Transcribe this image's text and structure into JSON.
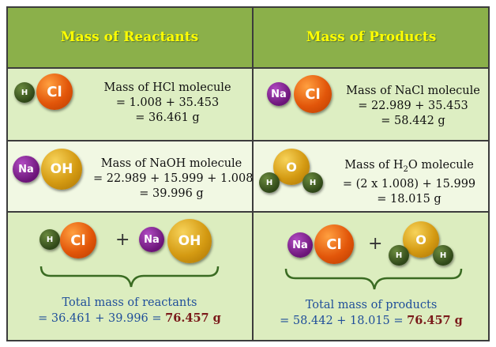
{
  "headers": {
    "reactants": "Mass of Reactants",
    "products": "Mass of Products"
  },
  "atoms": {
    "H": "H",
    "Cl": "Cl",
    "Na": "Na",
    "OH": "OH",
    "O": "O"
  },
  "plus": "+",
  "hcl": {
    "title": "Mass of HCl molecule",
    "calc": "= 1.008 + 35.453",
    "result": "=  36.461 g"
  },
  "nacl": {
    "title": "Mass of NaCl molecule",
    "calc": "= 22.989 + 35.453",
    "result": "=  58.442 g"
  },
  "naoh": {
    "title": "Mass of NaOH molecule",
    "calc": "= 22.989 + 15.999 + 1.008",
    "result": "=  39.996 g"
  },
  "h2o": {
    "title_pre": "Mass of H",
    "title_sub": "2",
    "title_post": "O molecule",
    "calc": "= (2 x 1.008) + 15.999",
    "result": "=  18.015 g"
  },
  "total_reactants": {
    "label": "Total mass of reactants",
    "eq": "= 36.461 + 39.996 = ",
    "result": "76.457 g"
  },
  "total_products": {
    "label": "Total mass of products",
    "eq": "= 58.442 + 18.015 = ",
    "result": "76.457 g"
  },
  "colors": {
    "header_bg": "#8bb04a",
    "header_text": "#ffff00",
    "hydrogen": "#3a5520",
    "chlorine": "#e8620e",
    "sodium": "#7a1a88",
    "oxygen": "#d49a12",
    "total_label": "#1f4e9a",
    "total_result": "#7a1a1a"
  }
}
